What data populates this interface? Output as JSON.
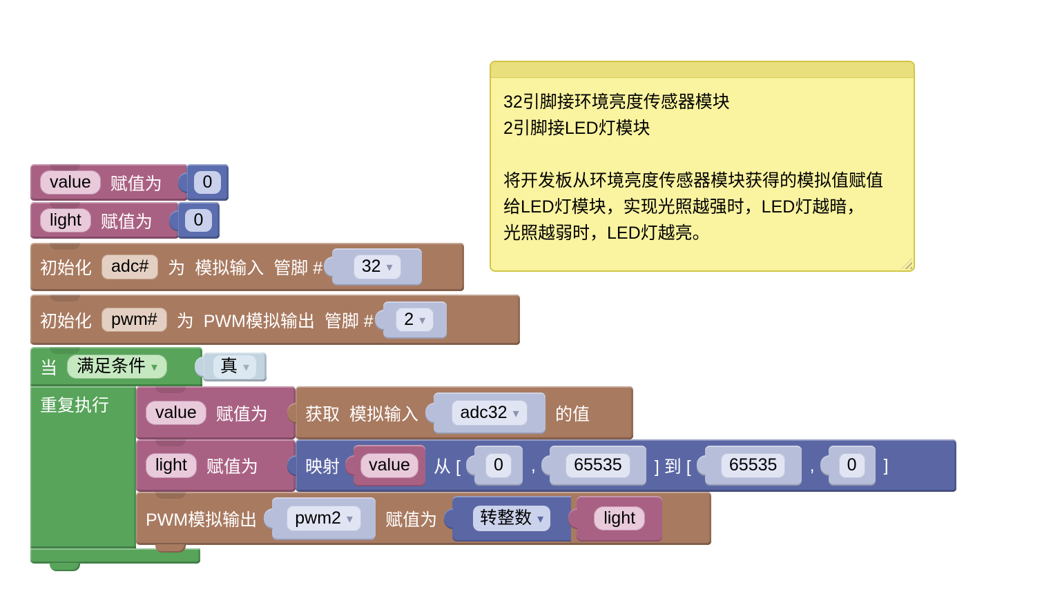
{
  "comment": {
    "text": "32引脚接环境亮度传感器模块\n2引脚接LED灯模块\n\n将开发板从环境亮度传感器模块获得的模拟值赋值\n给LED灯模块，实现光照越强时，LED灯越暗，\n光照越弱时，LED灯越亮。"
  },
  "icons": {
    "dropdown_arrow": "▾"
  },
  "colors": {
    "pink": "#a96183",
    "brown": "#a87a60",
    "blue": "#5b67a4",
    "green": "#57a45a",
    "shadow": "#b7bed9",
    "number_block": "#5b6dae",
    "comment_bg": "#faf3a0"
  },
  "blocks": {
    "set_value": {
      "var": "value",
      "op": "赋值为",
      "num": "0"
    },
    "set_light": {
      "var": "light",
      "op": "赋值为",
      "num": "0"
    },
    "init_adc": {
      "kw": "初始化",
      "name": "adc#",
      "as": "为",
      "mode": "模拟输入",
      "pin": "管脚 #",
      "pin_num": "32"
    },
    "init_pwm": {
      "kw": "初始化",
      "name": "pwm#",
      "as": "为",
      "mode": "PWM模拟输出",
      "pin": "管脚 #",
      "pin_num": "2"
    },
    "loop": {
      "when": "当",
      "cond": "满足条件",
      "bool": "真",
      "repeat": "重复执行"
    },
    "set_value_loop": {
      "var": "value",
      "op": "赋值为"
    },
    "read_adc": {
      "get": "获取",
      "mode": "模拟输入",
      "dev": "adc32",
      "suffix": "的值"
    },
    "set_light_loop": {
      "var": "light",
      "op": "赋值为"
    },
    "map": {
      "kw": "映射",
      "var": "value",
      "from": "从 [",
      "n1": "0",
      "c1": ",",
      "n2": "65535",
      "to": "] 到 [",
      "n3": "65535",
      "c2": ",",
      "n4": "0",
      "close": "]"
    },
    "pwm_write": {
      "kw": "PWM模拟输出",
      "dev": "pwm2",
      "op": "赋值为",
      "cast": "转整数",
      "var": "light"
    }
  }
}
